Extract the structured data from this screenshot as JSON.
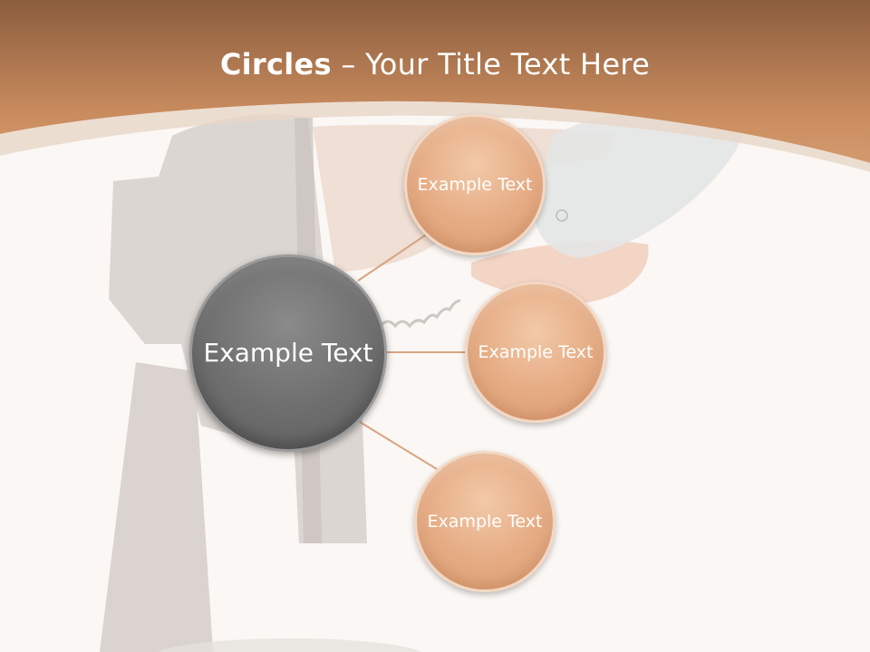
{
  "slide": {
    "title_bold": "Circles",
    "title_rest": " – Your Title Text Here"
  },
  "diagram": {
    "center": {
      "label": "Example Text"
    },
    "nodes": [
      {
        "label": "Example Text"
      },
      {
        "label": "Example Text"
      },
      {
        "label": "Example Text"
      }
    ]
  },
  "colors": {
    "header": "#c98c5e",
    "header_dark": "#8b5d3e",
    "center_circle": "#707070",
    "node_circle": "#e4aa82",
    "connector": "#d8a483",
    "background": "#fbf7f4"
  }
}
